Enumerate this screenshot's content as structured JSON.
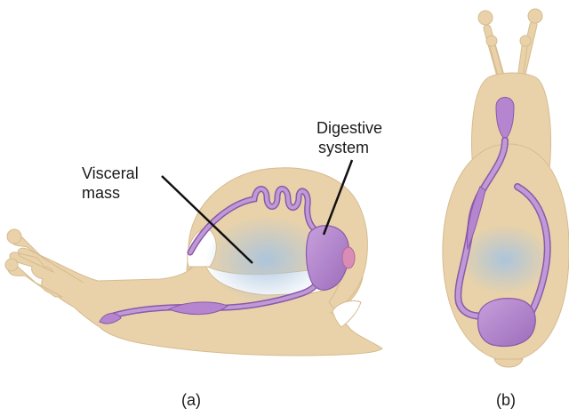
{
  "labels": {
    "visceral_mass_line1": "Visceral",
    "visceral_mass_line2": "mass",
    "digestive_system_line1": "Digestive",
    "digestive_system_line2": "system",
    "panel_a": "(a)",
    "panel_b": "(b)"
  },
  "colors": {
    "body_fill": "#e9d2a9",
    "body_stroke": "#cfb48a",
    "visceral_glow": "#a9c4de",
    "digestive_fill": "#b586cf",
    "digestive_stroke": "#8a5aa8",
    "anus_fill": "#d98db6",
    "label_text": "#1a1a1a",
    "leader_line": "#111111"
  },
  "icons": {
    "side_view": "snail-side-view-icon",
    "top_view": "snail-top-view-icon"
  }
}
